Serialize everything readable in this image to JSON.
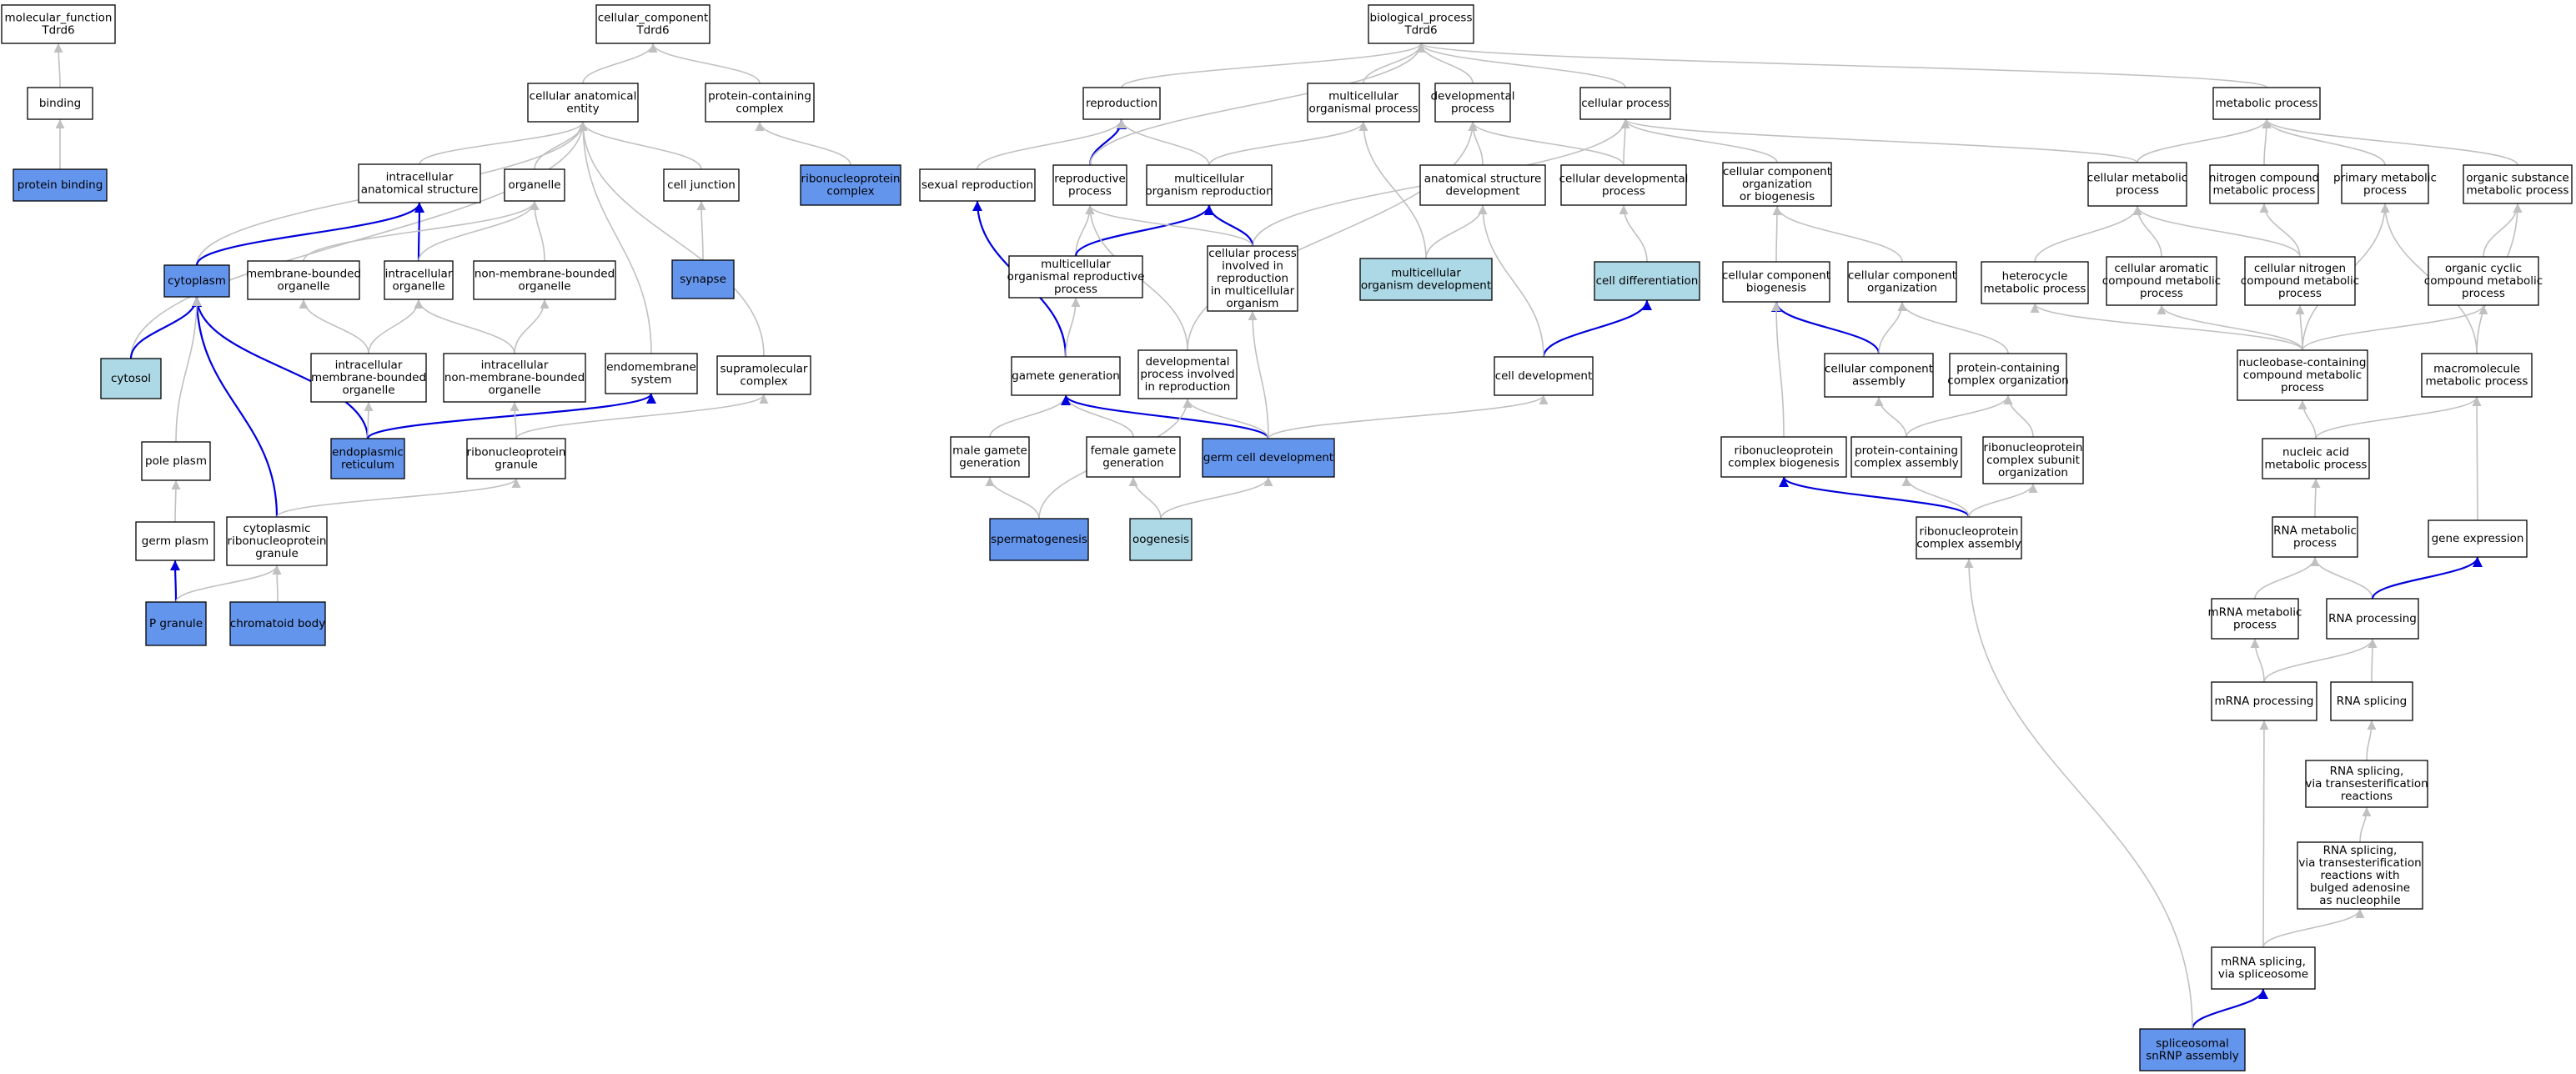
{
  "colors": {
    "white": "#ffffff",
    "highlighted": "#6495ed",
    "light": "#add8e6",
    "edge_gray": "#c0c0c0",
    "edge_blue": "#0000dd"
  },
  "nodes": [
    {
      "id": "mf",
      "fill": "white",
      "lines": [
        "molecular_function",
        "Tdrd6"
      ]
    },
    {
      "id": "binding",
      "fill": "white",
      "lines": [
        "binding"
      ]
    },
    {
      "id": "protbind",
      "fill": "highlighted",
      "lines": [
        "protein binding"
      ]
    },
    {
      "id": "cc",
      "fill": "white",
      "lines": [
        "cellular_component",
        "Tdrd6"
      ]
    },
    {
      "id": "cae",
      "fill": "white",
      "lines": [
        "cellular anatomical",
        "entity"
      ]
    },
    {
      "id": "pcc",
      "fill": "white",
      "lines": [
        "protein-containing",
        "complex"
      ]
    },
    {
      "id": "rnpc",
      "fill": "highlighted",
      "lines": [
        "ribonucleoprotein",
        "complex"
      ]
    },
    {
      "id": "ias",
      "fill": "white",
      "lines": [
        "intracellular",
        "anatomical structure"
      ]
    },
    {
      "id": "organelle",
      "fill": "white",
      "lines": [
        "organelle"
      ]
    },
    {
      "id": "celljunction",
      "fill": "white",
      "lines": [
        "cell junction"
      ]
    },
    {
      "id": "cytoplasm",
      "fill": "highlighted",
      "lines": [
        "cytoplasm"
      ]
    },
    {
      "id": "mbo",
      "fill": "white",
      "lines": [
        "membrane-bounded",
        "organelle"
      ]
    },
    {
      "id": "io",
      "fill": "white",
      "lines": [
        "intracellular",
        "organelle"
      ]
    },
    {
      "id": "nmbo",
      "fill": "white",
      "lines": [
        "non-membrane-bounded",
        "organelle"
      ]
    },
    {
      "id": "synapse",
      "fill": "highlighted",
      "lines": [
        "synapse"
      ]
    },
    {
      "id": "cytosol",
      "fill": "light",
      "lines": [
        "cytosol"
      ]
    },
    {
      "id": "imbo",
      "fill": "white",
      "lines": [
        "intracellular",
        "membrane-bounded",
        "organelle"
      ]
    },
    {
      "id": "inmbo",
      "fill": "white",
      "lines": [
        "intracellular",
        "non-membrane-bounded",
        "organelle"
      ]
    },
    {
      "id": "endo",
      "fill": "white",
      "lines": [
        "endomembrane",
        "system"
      ]
    },
    {
      "id": "supra",
      "fill": "white",
      "lines": [
        "supramolecular",
        "complex"
      ]
    },
    {
      "id": "er",
      "fill": "highlighted",
      "lines": [
        "endoplasmic",
        "reticulum"
      ]
    },
    {
      "id": "polep",
      "fill": "white",
      "lines": [
        "pole plasm"
      ]
    },
    {
      "id": "rnpg",
      "fill": "white",
      "lines": [
        "ribonucleoprotein",
        "granule"
      ]
    },
    {
      "id": "germp",
      "fill": "white",
      "lines": [
        "germ plasm"
      ]
    },
    {
      "id": "crnpg",
      "fill": "white",
      "lines": [
        "cytoplasmic",
        "ribonucleoprotein",
        "granule"
      ]
    },
    {
      "id": "pgranule",
      "fill": "highlighted",
      "lines": [
        "P granule"
      ]
    },
    {
      "id": "chroma",
      "fill": "highlighted",
      "lines": [
        "chromatoid body"
      ]
    },
    {
      "id": "bp",
      "fill": "white",
      "lines": [
        "biological_process",
        "Tdrd6"
      ]
    },
    {
      "id": "repro",
      "fill": "white",
      "lines": [
        "reproduction"
      ]
    },
    {
      "id": "mop",
      "fill": "white",
      "lines": [
        "multicellular",
        "organismal process"
      ]
    },
    {
      "id": "devp",
      "fill": "white",
      "lines": [
        "developmental",
        "process"
      ]
    },
    {
      "id": "cellp",
      "fill": "white",
      "lines": [
        "cellular process"
      ]
    },
    {
      "id": "metp",
      "fill": "white",
      "lines": [
        "metabolic process"
      ]
    },
    {
      "id": "sexrep",
      "fill": "white",
      "lines": [
        "sexual reproduction"
      ]
    },
    {
      "id": "repprocess",
      "fill": "white",
      "lines": [
        "reproductive",
        "process"
      ]
    },
    {
      "id": "mor",
      "fill": "white",
      "lines": [
        "multicellular",
        "organism reproduction"
      ]
    },
    {
      "id": "asd",
      "fill": "white",
      "lines": [
        "anatomical structure",
        "development"
      ]
    },
    {
      "id": "cdp",
      "fill": "white",
      "lines": [
        "cellular developmental",
        "process"
      ]
    },
    {
      "id": "ccob",
      "fill": "white",
      "lines": [
        "cellular component",
        "organization",
        "or biogenesis"
      ]
    },
    {
      "id": "cmp",
      "fill": "white",
      "lines": [
        "cellular metabolic",
        "process"
      ]
    },
    {
      "id": "ncmp",
      "fill": "white",
      "lines": [
        "nitrogen compound",
        "metabolic process"
      ]
    },
    {
      "id": "pmp",
      "fill": "white",
      "lines": [
        "primary metabolic",
        "process"
      ]
    },
    {
      "id": "osmp",
      "fill": "white",
      "lines": [
        "organic substance",
        "metabolic process"
      ]
    },
    {
      "id": "morp",
      "fill": "white",
      "lines": [
        "multicellular",
        "organismal reproductive",
        "process"
      ]
    },
    {
      "id": "cpirmo",
      "fill": "white",
      "lines": [
        "cellular process",
        "involved in",
        "reproduction",
        "in multicellular",
        "organism"
      ]
    },
    {
      "id": "mod",
      "fill": "light",
      "lines": [
        "multicellular",
        "organism development"
      ]
    },
    {
      "id": "celldiff",
      "fill": "light",
      "lines": [
        "cell differentiation"
      ]
    },
    {
      "id": "ccbio",
      "fill": "white",
      "lines": [
        "cellular component",
        "biogenesis"
      ]
    },
    {
      "id": "ccorg",
      "fill": "white",
      "lines": [
        "cellular component",
        "organization"
      ]
    },
    {
      "id": "hmp",
      "fill": "white",
      "lines": [
        "heterocycle",
        "metabolic process"
      ]
    },
    {
      "id": "cacmp",
      "fill": "white",
      "lines": [
        "cellular aromatic",
        "compound metabolic",
        "process"
      ]
    },
    {
      "id": "cncmp",
      "fill": "white",
      "lines": [
        "cellular nitrogen",
        "compound metabolic",
        "process"
      ]
    },
    {
      "id": "occmp",
      "fill": "white",
      "lines": [
        "organic cyclic",
        "compound metabolic",
        "process"
      ]
    },
    {
      "id": "gamgen",
      "fill": "white",
      "lines": [
        "gamete generation"
      ]
    },
    {
      "id": "dpir",
      "fill": "white",
      "lines": [
        "developmental",
        "process involved",
        "in reproduction"
      ]
    },
    {
      "id": "celldev",
      "fill": "white",
      "lines": [
        "cell development"
      ]
    },
    {
      "id": "cca",
      "fill": "white",
      "lines": [
        "cellular component",
        "assembly"
      ]
    },
    {
      "id": "pcco",
      "fill": "white",
      "lines": [
        "protein-containing",
        "complex organization"
      ]
    },
    {
      "id": "nbcmp",
      "fill": "white",
      "lines": [
        "nucleobase-containing",
        "compound metabolic",
        "process"
      ]
    },
    {
      "id": "mmp",
      "fill": "white",
      "lines": [
        "macromolecule",
        "metabolic process"
      ]
    },
    {
      "id": "mgg",
      "fill": "white",
      "lines": [
        "male gamete",
        "generation"
      ]
    },
    {
      "id": "fgg",
      "fill": "white",
      "lines": [
        "female gamete",
        "generation"
      ]
    },
    {
      "id": "gcd",
      "fill": "highlighted",
      "lines": [
        "germ cell development"
      ]
    },
    {
      "id": "rnpcb",
      "fill": "white",
      "lines": [
        "ribonucleoprotein",
        "complex biogenesis"
      ]
    },
    {
      "id": "pcca",
      "fill": "white",
      "lines": [
        "protein-containing",
        "complex assembly"
      ]
    },
    {
      "id": "rnpcso",
      "fill": "white",
      "lines": [
        "ribonucleoprotein",
        "complex subunit",
        "organization"
      ]
    },
    {
      "id": "namp",
      "fill": "white",
      "lines": [
        "nucleic acid",
        "metabolic process"
      ]
    },
    {
      "id": "spermato",
      "fill": "highlighted",
      "lines": [
        "spermatogenesis"
      ]
    },
    {
      "id": "oogen",
      "fill": "light",
      "lines": [
        "oogenesis"
      ]
    },
    {
      "id": "rnpca",
      "fill": "white",
      "lines": [
        "ribonucleoprotein",
        "complex assembly"
      ]
    },
    {
      "id": "rnamp",
      "fill": "white",
      "lines": [
        "RNA metabolic",
        "process"
      ]
    },
    {
      "id": "geneexp",
      "fill": "white",
      "lines": [
        "gene expression"
      ]
    },
    {
      "id": "mrnamp",
      "fill": "white",
      "lines": [
        "mRNA metabolic",
        "process"
      ]
    },
    {
      "id": "rnaproc",
      "fill": "white",
      "lines": [
        "RNA processing"
      ]
    },
    {
      "id": "mrnaproc",
      "fill": "white",
      "lines": [
        "mRNA processing"
      ]
    },
    {
      "id": "rnasplice",
      "fill": "white",
      "lines": [
        "RNA splicing"
      ]
    },
    {
      "id": "rnaste",
      "fill": "white",
      "lines": [
        "RNA splicing,",
        "via transesterification",
        "reactions"
      ]
    },
    {
      "id": "rnasteba",
      "fill": "white",
      "lines": [
        "RNA splicing,",
        "via transesterification",
        "reactions with",
        "bulged adenosine",
        "as nucleophile"
      ]
    },
    {
      "id": "mrnasplice",
      "fill": "white",
      "lines": [
        "mRNA splicing,",
        "via spliceosome"
      ]
    },
    {
      "id": "snrnp",
      "fill": "highlighted",
      "lines": [
        "spliceosomal",
        "snRNP assembly"
      ]
    }
  ],
  "edges": [
    [
      "binding",
      "mf",
      "g"
    ],
    [
      "protbind",
      "binding",
      "g"
    ],
    [
      "cae",
      "cc",
      "g"
    ],
    [
      "pcc",
      "cc",
      "g"
    ],
    [
      "rnpc",
      "pcc",
      "g"
    ],
    [
      "ias",
      "cae",
      "g"
    ],
    [
      "organelle",
      "cae",
      "g"
    ],
    [
      "celljunction",
      "cae",
      "g"
    ],
    [
      "cytoplasm",
      "cae",
      "g"
    ],
    [
      "cytosol",
      "cae",
      "g"
    ],
    [
      "endo",
      "cae",
      "g"
    ],
    [
      "supra",
      "cae",
      "g"
    ],
    [
      "synapse",
      "celljunction",
      "g"
    ],
    [
      "cytoplasm",
      "ias",
      "b"
    ],
    [
      "io",
      "ias",
      "b"
    ],
    [
      "mbo",
      "organelle",
      "g"
    ],
    [
      "io",
      "organelle",
      "g"
    ],
    [
      "nmbo",
      "organelle",
      "g"
    ],
    [
      "imbo",
      "mbo",
      "g"
    ],
    [
      "imbo",
      "io",
      "g"
    ],
    [
      "inmbo",
      "io",
      "g"
    ],
    [
      "inmbo",
      "nmbo",
      "g"
    ],
    [
      "cytosol",
      "cytoplasm",
      "b"
    ],
    [
      "er",
      "cytoplasm",
      "b"
    ],
    [
      "crnpg",
      "cytoplasm",
      "b"
    ],
    [
      "polep",
      "cytoplasm",
      "g"
    ],
    [
      "er",
      "imbo",
      "g"
    ],
    [
      "er",
      "endo",
      "b"
    ],
    [
      "rnpg",
      "inmbo",
      "g"
    ],
    [
      "rnpg",
      "supra",
      "g"
    ],
    [
      "crnpg",
      "rnpg",
      "g"
    ],
    [
      "germp",
      "polep",
      "g"
    ],
    [
      "pgranule",
      "germp",
      "b"
    ],
    [
      "pgranule",
      "crnpg",
      "g"
    ],
    [
      "chroma",
      "crnpg",
      "g"
    ],
    [
      "repro",
      "bp",
      "g"
    ],
    [
      "mop",
      "bp",
      "g"
    ],
    [
      "devp",
      "bp",
      "g"
    ],
    [
      "cellp",
      "bp",
      "g"
    ],
    [
      "metp",
      "bp",
      "g"
    ],
    [
      "sexrep",
      "repro",
      "g"
    ],
    [
      "repprocess",
      "repro",
      "b"
    ],
    [
      "mor",
      "repro",
      "g"
    ],
    [
      "repprocess",
      "bp",
      "g"
    ],
    [
      "mor",
      "mop",
      "g"
    ],
    [
      "asd",
      "devp",
      "g"
    ],
    [
      "cdp",
      "devp",
      "g"
    ],
    [
      "cdp",
      "cellp",
      "g"
    ],
    [
      "ccob",
      "cellp",
      "g"
    ],
    [
      "cmp",
      "cellp",
      "g"
    ],
    [
      "cpirmo",
      "cellp",
      "g"
    ],
    [
      "cmp",
      "metp",
      "g"
    ],
    [
      "ncmp",
      "metp",
      "g"
    ],
    [
      "pmp",
      "metp",
      "g"
    ],
    [
      "osmp",
      "metp",
      "g"
    ],
    [
      "morp",
      "repprocess",
      "g"
    ],
    [
      "morp",
      "mor",
      "b"
    ],
    [
      "cpirmo",
      "mor",
      "b"
    ],
    [
      "cpirmo",
      "repprocess",
      "g"
    ],
    [
      "mod",
      "asd",
      "g"
    ],
    [
      "mod",
      "mop",
      "g"
    ],
    [
      "celldiff",
      "cdp",
      "g"
    ],
    [
      "ccbio",
      "ccob",
      "g"
    ],
    [
      "ccorg",
      "ccob",
      "g"
    ],
    [
      "hmp",
      "cmp",
      "g"
    ],
    [
      "cacmp",
      "cmp",
      "g"
    ],
    [
      "cncmp",
      "cmp",
      "g"
    ],
    [
      "cncmp",
      "ncmp",
      "g"
    ],
    [
      "occmp",
      "osmp",
      "g"
    ],
    [
      "gamgen",
      "sexrep",
      "b"
    ],
    [
      "gamgen",
      "morp",
      "g"
    ],
    [
      "dpir",
      "repprocess",
      "g"
    ],
    [
      "dpir",
      "devp",
      "g"
    ],
    [
      "celldev",
      "celldiff",
      "b"
    ],
    [
      "celldev",
      "asd",
      "g"
    ],
    [
      "cca",
      "ccbio",
      "b"
    ],
    [
      "cca",
      "ccorg",
      "g"
    ],
    [
      "pcco",
      "ccorg",
      "g"
    ],
    [
      "nbcmp",
      "hmp",
      "g"
    ],
    [
      "nbcmp",
      "cacmp",
      "g"
    ],
    [
      "nbcmp",
      "cncmp",
      "g"
    ],
    [
      "nbcmp",
      "occmp",
      "g"
    ],
    [
      "nbcmp",
      "pmp",
      "g"
    ],
    [
      "mmp",
      "pmp",
      "g"
    ],
    [
      "mmp",
      "osmp",
      "g"
    ],
    [
      "mgg",
      "gamgen",
      "g"
    ],
    [
      "fgg",
      "gamgen",
      "g"
    ],
    [
      "gcd",
      "gamgen",
      "b"
    ],
    [
      "gcd",
      "dpir",
      "g"
    ],
    [
      "gcd",
      "cpirmo",
      "g"
    ],
    [
      "gcd",
      "celldev",
      "g"
    ],
    [
      "rnpcb",
      "ccbio",
      "g"
    ],
    [
      "pcca",
      "cca",
      "g"
    ],
    [
      "pcca",
      "pcco",
      "g"
    ],
    [
      "rnpcso",
      "pcco",
      "g"
    ],
    [
      "namp",
      "nbcmp",
      "g"
    ],
    [
      "namp",
      "mmp",
      "g"
    ],
    [
      "spermato",
      "mgg",
      "g"
    ],
    [
      "spermato",
      "dpir",
      "g"
    ],
    [
      "oogen",
      "fgg",
      "g"
    ],
    [
      "oogen",
      "gcd",
      "g"
    ],
    [
      "rnpca",
      "rnpcb",
      "b"
    ],
    [
      "rnpca",
      "pcca",
      "g"
    ],
    [
      "rnpca",
      "rnpcso",
      "g"
    ],
    [
      "rnamp",
      "namp",
      "g"
    ],
    [
      "geneexp",
      "mmp",
      "g"
    ],
    [
      "mrnamp",
      "rnamp",
      "g"
    ],
    [
      "rnaproc",
      "rnamp",
      "g"
    ],
    [
      "rnaproc",
      "geneexp",
      "b"
    ],
    [
      "mrnaproc",
      "mrnamp",
      "g"
    ],
    [
      "mrnaproc",
      "rnaproc",
      "g"
    ],
    [
      "rnasplice",
      "rnaproc",
      "g"
    ],
    [
      "rnaste",
      "rnasplice",
      "g"
    ],
    [
      "rnasteba",
      "rnaste",
      "g"
    ],
    [
      "mrnasplice",
      "rnasteba",
      "g"
    ],
    [
      "mrnasplice",
      "mrnaproc",
      "g"
    ],
    [
      "snrnp",
      "mrnasplice",
      "b"
    ],
    [
      "snrnp",
      "rnpca",
      "g"
    ]
  ]
}
